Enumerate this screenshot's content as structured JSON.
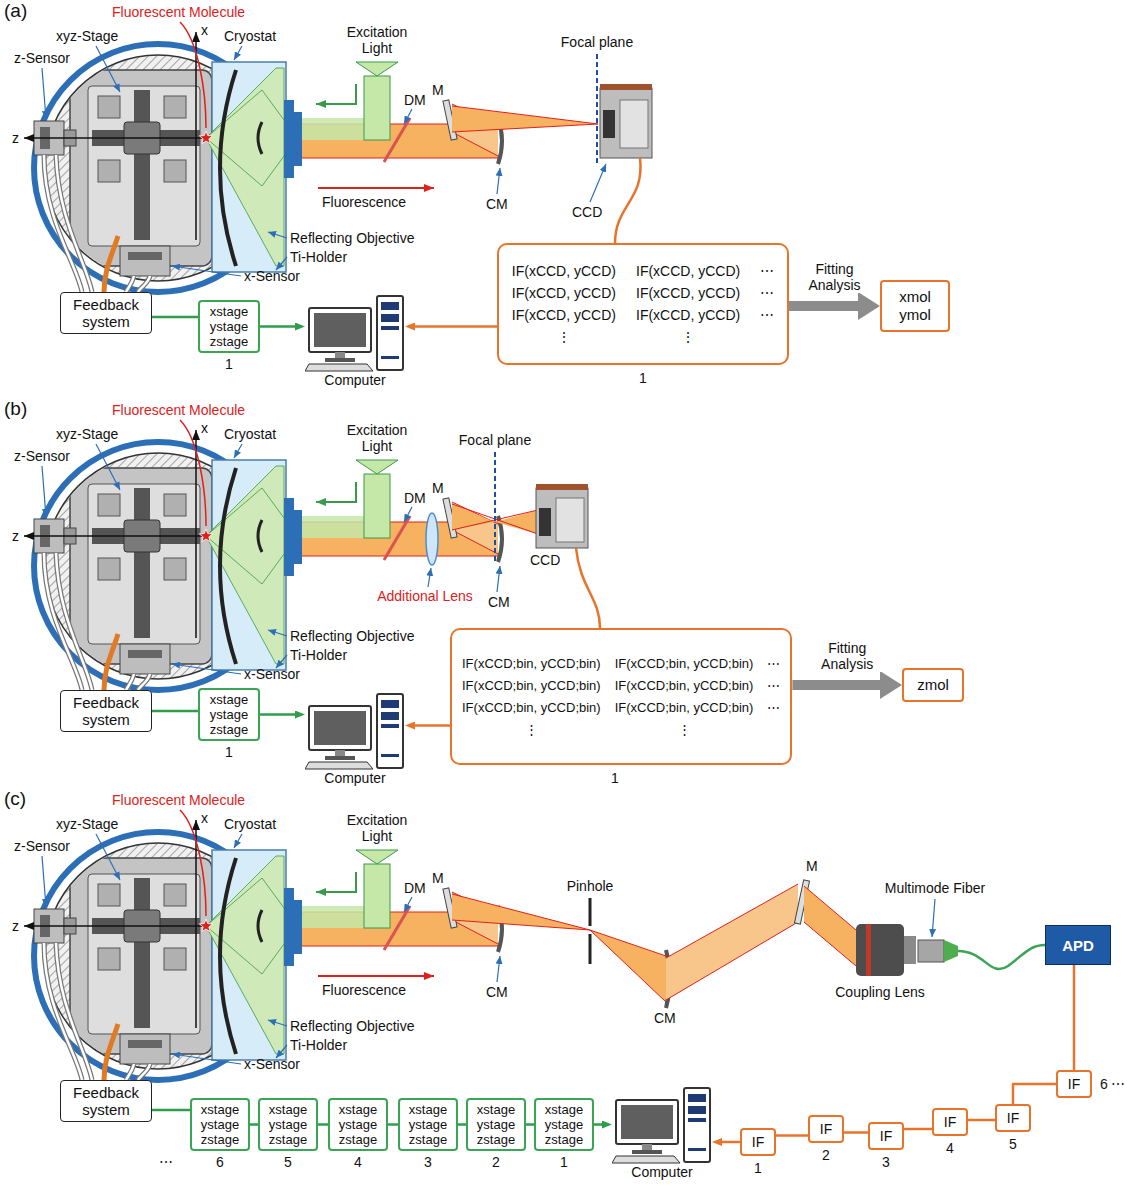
{
  "diagram": {
    "nodes": [
      {
        "text": [
          "Feedback system"
        ]
      },
      {
        "text": [
          "xstage",
          "ystage",
          "zstage"
        ]
      },
      {
        "text": [
          "Computer"
        ]
      },
      {
        "text": [
          "IF(xCCD, yCCD)",
          "IF(xCCD, yCCD)",
          "⋯",
          "IF(xCCD, yCCD)",
          "IF(xCCD, yCCD)",
          "⋯",
          "IF(xCCD, yCCD)",
          "IF(xCCD, yCCD)",
          "⋯",
          "⋮",
          "⋮"
        ]
      },
      {
        "text": [
          "xmol",
          "ymol"
        ]
      },
      {
        "text": [
          "Feedback system"
        ]
      },
      {
        "text": [
          "xstage",
          "ystage",
          "zstage"
        ]
      },
      {
        "text": [
          "Computer"
        ]
      },
      {
        "text": [
          "IF(xCCD;bin, yCCD;bin)",
          "IF(xCCD;bin, yCCD;bin)",
          "⋯",
          "IF(xCCD;bin, yCCD;bin)",
          "IF(xCCD;bin, yCCD;bin)",
          "⋯",
          "IF(xCCD;bin, yCCD;bin)",
          "IF(xCCD;bin, yCCD;bin)",
          "⋯",
          "⋮",
          "⋮"
        ]
      },
      {
        "text": [
          "zmol"
        ]
      },
      {
        "text": [
          "Feedback system"
        ]
      },
      {
        "text": [
          "APD"
        ]
      },
      {
        "text": [
          "xstage",
          "ystage",
          "zstage"
        ]
      },
      {
        "text": [
          "xstage",
          "ystage",
          "zstage"
        ]
      },
      {
        "text": [
          "xstage",
          "ystage",
          "zstage"
        ]
      },
      {
        "text": [
          "xstage",
          "ystage",
          "zstage"
        ]
      },
      {
        "text": [
          "xstage",
          "ystage",
          "zstage"
        ]
      },
      {
        "text": [
          "xstage",
          "ystage",
          "zstage"
        ]
      },
      {
        "text": [
          "Computer"
        ]
      },
      {
        "text": [
          "IF"
        ]
      },
      {
        "text": [
          "IF"
        ]
      },
      {
        "text": [
          "IF"
        ]
      },
      {
        "text": [
          "IF"
        ]
      },
      {
        "text": [
          "IF"
        ]
      },
      {
        "text": [
          "IF"
        ]
      }
    ],
    "edges": [
      {
        "from": 0,
        "to": 1,
        "arrow": "none"
      },
      {
        "from": 1,
        "to": 2,
        "arrow": "to"
      },
      {
        "from": 3,
        "to": 2,
        "arrow": "to"
      },
      {
        "from": 3,
        "to": 4,
        "label": "Fitting Analysis",
        "arrow": "to"
      },
      {
        "from": 5,
        "to": 6,
        "arrow": "none"
      },
      {
        "from": 6,
        "to": 7,
        "arrow": "to"
      },
      {
        "from": 8,
        "to": 7,
        "arrow": "to"
      },
      {
        "from": 8,
        "to": 9,
        "label": "Fitting Analysis",
        "arrow": "to"
      },
      {
        "from": 10,
        "to": 12,
        "arrow": "none"
      },
      {
        "from": 12,
        "to": 13,
        "arrow": "none"
      },
      {
        "from": 13,
        "to": 14,
        "arrow": "none"
      },
      {
        "from": 14,
        "to": 15,
        "arrow": "none"
      },
      {
        "from": 15,
        "to": 16,
        "arrow": "none"
      },
      {
        "from": 16,
        "to": 17,
        "arrow": "none"
      },
      {
        "from": 17,
        "to": 18,
        "arrow": "to"
      },
      {
        "from": 11,
        "to": 24,
        "arrow": "none"
      },
      {
        "from": 24,
        "to": 23,
        "arrow": "none"
      },
      {
        "from": 23,
        "to": 22,
        "arrow": "none"
      },
      {
        "from": 22,
        "to": 21,
        "arrow": "none"
      },
      {
        "from": 21,
        "to": 20,
        "arrow": "none"
      },
      {
        "from": 20,
        "to": 19,
        "arrow": "none"
      },
      {
        "from": 19,
        "to": 18,
        "arrow": "to"
      }
    ],
    "labels": [
      "(a)",
      "Fluorescent Molecule",
      "xyz-Stage",
      "x",
      "Cryostat",
      "z-Sensor",
      "Excitation Light",
      "DM",
      "M",
      "Focal plane",
      "z",
      "Fluorescence",
      "CM",
      "CCD",
      "Reflecting Objective",
      "Ti-Holder",
      "x-Sensor",
      "1",
      "1",
      "(b)",
      "Fluorescent Molecule",
      "xyz-Stage",
      "x",
      "Cryostat",
      "z-Sensor",
      "Excitation Light",
      "DM",
      "M",
      "Focal plane",
      "z",
      "CM",
      "CCD",
      "Additional Lens",
      "Reflecting Objective",
      "Ti-Holder",
      "x-Sensor",
      "1",
      "1",
      "(c)",
      "Fluorescent Molecule",
      "xyz-Stage",
      "x",
      "Cryostat",
      "z-Sensor",
      "Excitation Light",
      "DM",
      "M",
      "Pinhole",
      "M",
      "z",
      "Multimode Fiber",
      "Fluorescence",
      "CM",
      "CM",
      "Coupling Lens",
      "Reflecting Objective",
      "Ti-Holder",
      "x-Sensor",
      "⋯",
      "6",
      "5",
      "4",
      "3",
      "2",
      "1",
      "1",
      "2",
      "3",
      "4",
      "5",
      "6",
      "⋯"
    ]
  }
}
